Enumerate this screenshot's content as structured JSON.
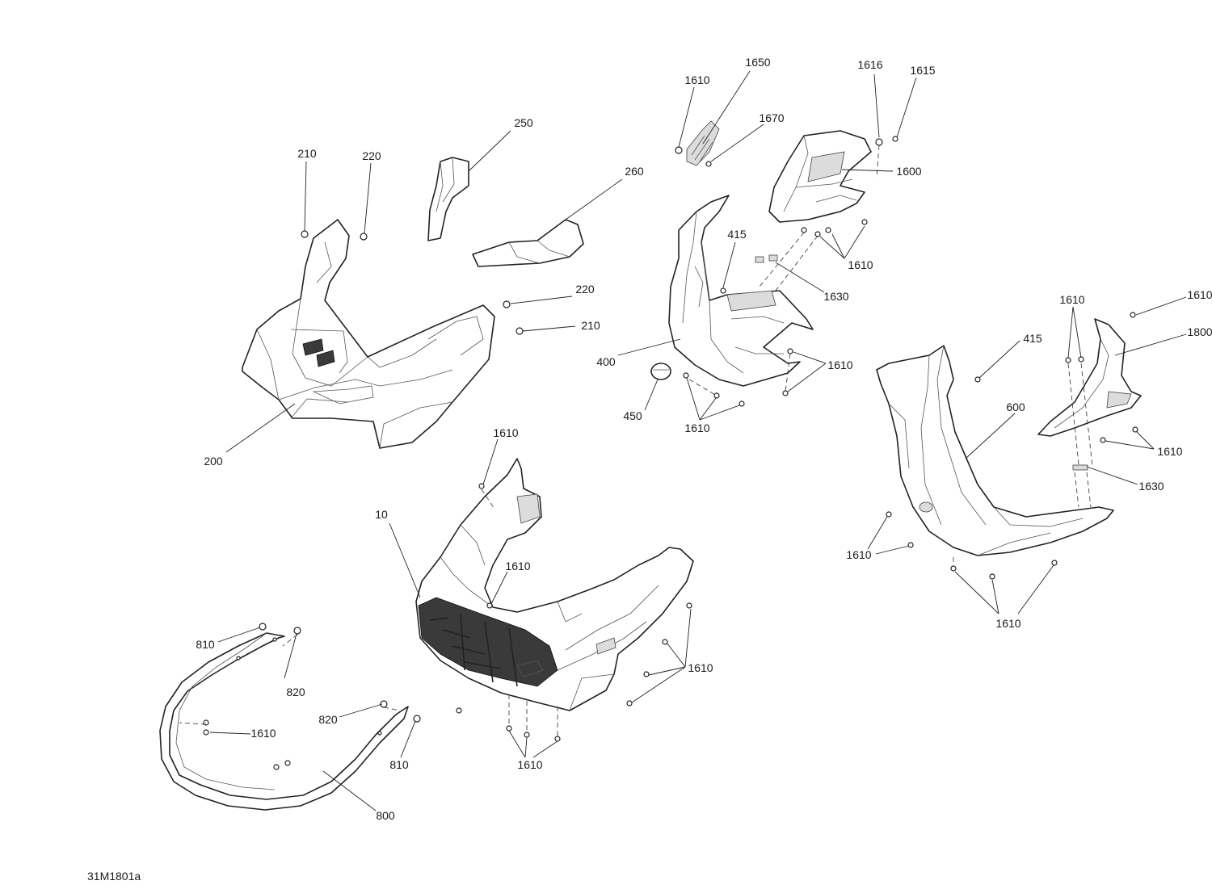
{
  "diagram": {
    "figure_code": "31M1801a",
    "colors": {
      "line": "#222222",
      "shade": "#dcdcdc",
      "background": "#ffffff"
    },
    "callouts": [
      {
        "id": "c-1650",
        "text": "1650"
      },
      {
        "id": "c-1610-a",
        "text": "1610"
      },
      {
        "id": "c-1670",
        "text": "1670"
      },
      {
        "id": "c-1616",
        "text": "1616"
      },
      {
        "id": "c-1615",
        "text": "1615"
      },
      {
        "id": "c-1600",
        "text": "1600"
      },
      {
        "id": "c-250",
        "text": "250"
      },
      {
        "id": "c-210-a",
        "text": "210"
      },
      {
        "id": "c-220-a",
        "text": "220"
      },
      {
        "id": "c-260",
        "text": "260"
      },
      {
        "id": "c-415-a",
        "text": "415"
      },
      {
        "id": "c-1610-b",
        "text": "1610"
      },
      {
        "id": "c-1630-a",
        "text": "1630"
      },
      {
        "id": "c-220-b",
        "text": "220"
      },
      {
        "id": "c-210-b",
        "text": "210"
      },
      {
        "id": "c-400",
        "text": "400"
      },
      {
        "id": "c-1610-c",
        "text": "1610"
      },
      {
        "id": "c-450",
        "text": "450"
      },
      {
        "id": "c-1610-d",
        "text": "1610"
      },
      {
        "id": "c-200",
        "text": "200"
      },
      {
        "id": "c-1610-e",
        "text": "1610"
      },
      {
        "id": "c-1610-f",
        "text": "1610"
      },
      {
        "id": "c-1800",
        "text": "1800"
      },
      {
        "id": "c-415-b",
        "text": "415"
      },
      {
        "id": "c-600",
        "text": "600"
      },
      {
        "id": "c-1610-g",
        "text": "1610"
      },
      {
        "id": "c-1630-b",
        "text": "1630"
      },
      {
        "id": "c-1610-h",
        "text": "1610"
      },
      {
        "id": "c-10",
        "text": "10"
      },
      {
        "id": "c-1610-i",
        "text": "1610"
      },
      {
        "id": "c-1610-j",
        "text": "1610"
      },
      {
        "id": "c-1610-k",
        "text": "1610"
      },
      {
        "id": "c-1610-l",
        "text": "1610"
      },
      {
        "id": "c-810-a",
        "text": "810"
      },
      {
        "id": "c-820-a",
        "text": "820"
      },
      {
        "id": "c-820-b",
        "text": "820"
      },
      {
        "id": "c-1610-m",
        "text": "1610"
      },
      {
        "id": "c-810-b",
        "text": "810"
      },
      {
        "id": "c-1610-n",
        "text": "1610"
      },
      {
        "id": "c-800",
        "text": "800"
      }
    ]
  }
}
